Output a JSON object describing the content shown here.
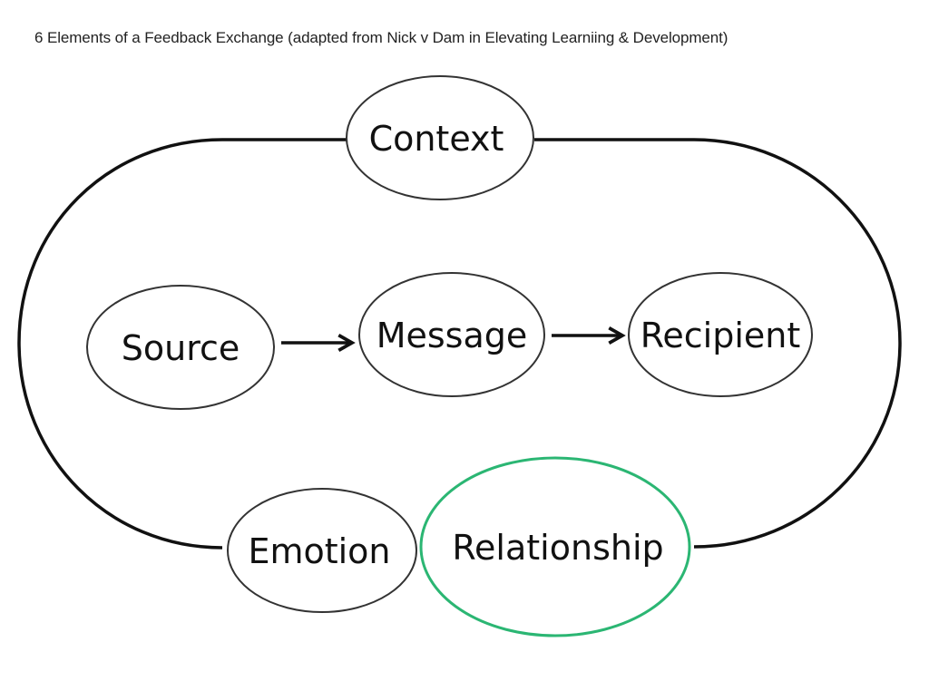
{
  "title": "6 Elements of a Feedback Exchange (adapted from Nick v Dam in Elevating Learniing & Development)",
  "colors": {
    "outline": "#1a1a1a",
    "highlight": "#2bb673",
    "text": "#111111"
  },
  "nodes": {
    "context": {
      "label": "Context",
      "highlighted": false
    },
    "source": {
      "label": "Source",
      "highlighted": false
    },
    "message": {
      "label": "Message",
      "highlighted": false
    },
    "recipient": {
      "label": "Recipient",
      "highlighted": false
    },
    "emotion": {
      "label": "Emotion",
      "highlighted": false
    },
    "relationship": {
      "label": "Relationship",
      "highlighted": true
    }
  },
  "edges": [
    {
      "from": "Source",
      "to": "Message",
      "type": "arrow"
    },
    {
      "from": "Message",
      "to": "Recipient",
      "type": "arrow"
    }
  ],
  "enclosure": {
    "type": "loop",
    "connects": [
      "Context",
      "Emotion",
      "Relationship"
    ]
  }
}
